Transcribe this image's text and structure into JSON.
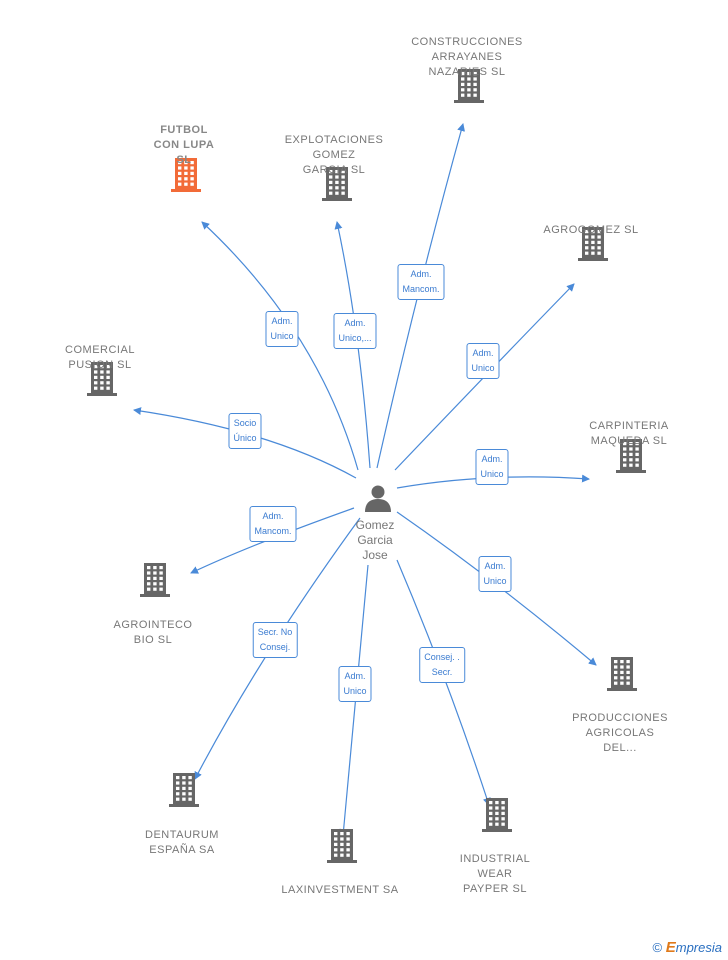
{
  "center": {
    "name_lines": [
      "Gomez",
      "Garcia",
      "Jose"
    ],
    "icon": "person-icon"
  },
  "colors": {
    "edge": "#4a8ad8",
    "building": "#666666",
    "building_highlight": "#f26b38"
  },
  "nodes": [
    {
      "id": "futbol-con-lupa",
      "lines": [
        "FUTBOL",
        "CON LUPA",
        "SL"
      ],
      "highlight": true
    },
    {
      "id": "explotaciones-gomez",
      "lines": [
        "EXPLOTACIONES",
        "GOMEZ",
        "GARCIA SL"
      ]
    },
    {
      "id": "construcciones-arrayanes",
      "lines": [
        "CONSTRUCCIONES",
        "ARRAYANES",
        "NAZARIES SL"
      ]
    },
    {
      "id": "agrogomez",
      "lines": [
        "AGROGOMEZ SL"
      ]
    },
    {
      "id": "comercial-pusion",
      "lines": [
        "COMERCIAL",
        "PUSION SL"
      ]
    },
    {
      "id": "carpinteria-maqueda",
      "lines": [
        "CARPINTERIA",
        "MAQUEDA  SL"
      ]
    },
    {
      "id": "agrointeco-bio",
      "lines": [
        "AGROINTECO",
        "BIO SL"
      ]
    },
    {
      "id": "producciones-agricolas",
      "lines": [
        "PRODUCCIONES",
        "AGRICOLAS",
        "DEL..."
      ]
    },
    {
      "id": "dentaurum-espana",
      "lines": [
        "DENTAURUM",
        "ESPAÑA SA"
      ]
    },
    {
      "id": "laxinvestment",
      "lines": [
        "LAXINVESTMENT SA"
      ]
    },
    {
      "id": "industrial-wear-payper",
      "lines": [
        "INDUSTRIAL",
        "WEAR",
        "PAYPER  SL"
      ]
    }
  ],
  "edges": [
    {
      "target": "futbol-con-lupa",
      "label_lines": [
        "Adm.",
        "Unico"
      ]
    },
    {
      "target": "explotaciones-gomez",
      "label_lines": [
        "Adm.",
        "Unico,..."
      ]
    },
    {
      "target": "construcciones-arrayanes",
      "label_lines": [
        "Adm.",
        "Mancom."
      ]
    },
    {
      "target": "agrogomez",
      "label_lines": [
        "Adm.",
        "Unico"
      ]
    },
    {
      "target": "comercial-pusion",
      "label_lines": [
        "Socio",
        "Único"
      ]
    },
    {
      "target": "carpinteria-maqueda",
      "label_lines": [
        "Adm.",
        "Unico"
      ]
    },
    {
      "target": "agrointeco-bio",
      "label_lines": [
        "Adm.",
        "Mancom."
      ]
    },
    {
      "target": "producciones-agricolas",
      "label_lines": [
        "Adm.",
        "Unico"
      ]
    },
    {
      "target": "dentaurum-espana",
      "label_lines": [
        "Secr.  No",
        "Consej."
      ]
    },
    {
      "target": "laxinvestment",
      "label_lines": [
        "Adm.",
        "Unico"
      ]
    },
    {
      "target": "industrial-wear-payper",
      "label_lines": [
        "Consej. .",
        "Secr."
      ]
    }
  ],
  "footer": {
    "copyright": "©",
    "brand_first": "E",
    "brand_rest": "mpresia"
  }
}
